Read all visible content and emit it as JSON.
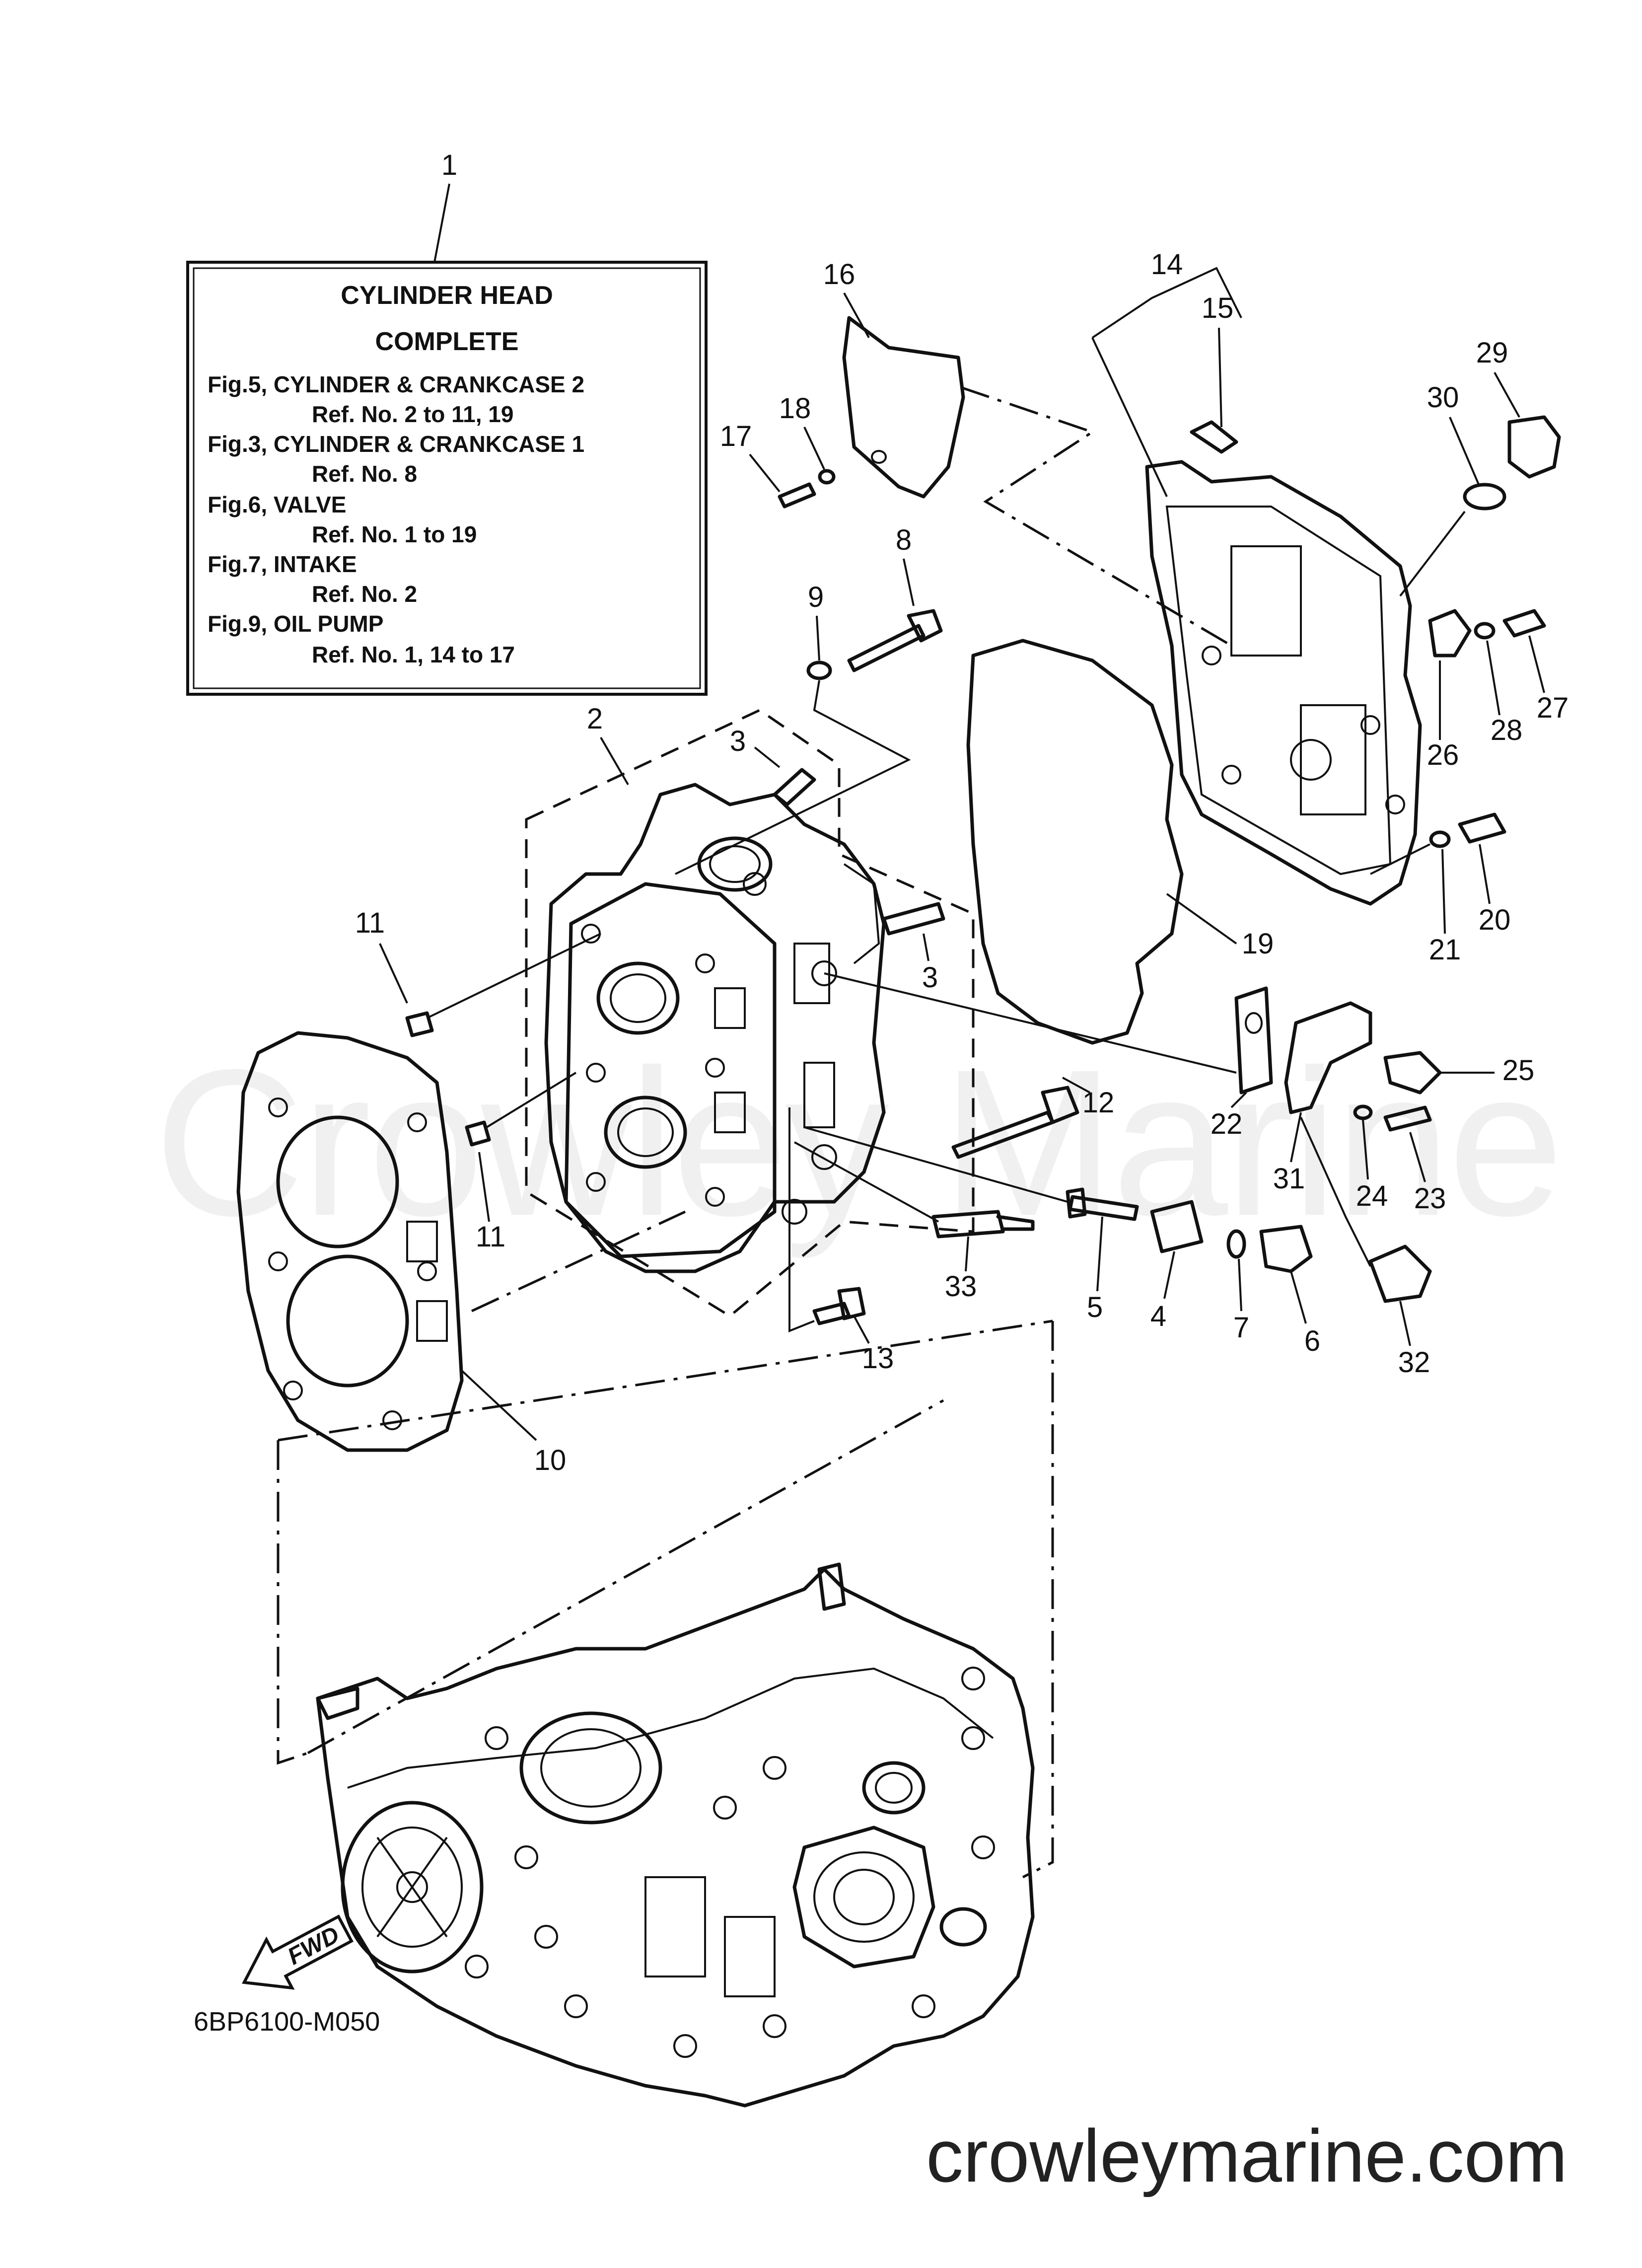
{
  "info_box": {
    "callout": "1",
    "title_line1": "CYLINDER HEAD",
    "title_line2": "COMPLETE",
    "lines": [
      "Fig.5, CYLINDER & CRANKCASE 2",
      "Ref. No. 2 to 11, 19",
      "Fig.3, CYLINDER & CRANKCASE 1",
      "Ref. No. 8",
      "Fig.6, VALVE",
      "Ref. No. 1 to 19",
      "Fig.7, INTAKE",
      "Ref. No. 2",
      "Fig.9, OIL PUMP",
      "Ref. No. 1, 14 to 17"
    ]
  },
  "callouts": [
    "2",
    "3",
    "3",
    "4",
    "5",
    "6",
    "7",
    "8",
    "9",
    "10",
    "11",
    "11",
    "12",
    "13",
    "14",
    "15",
    "16",
    "17",
    "18",
    "19",
    "20",
    "21",
    "22",
    "23",
    "24",
    "25",
    "26",
    "27",
    "28",
    "29",
    "30",
    "31",
    "32",
    "33"
  ],
  "fwd_label": "FWD",
  "diagram_code": "6BP6100-M050",
  "watermark": "Crowley Marine",
  "site_url": "crowleymarine.com"
}
